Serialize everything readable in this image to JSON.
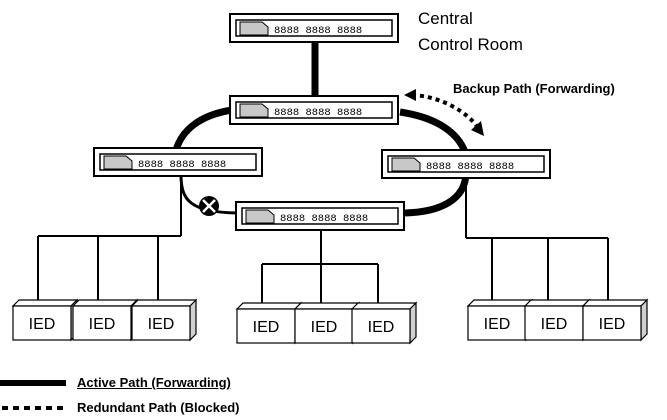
{
  "central_label": [
    "Central",
    "Control Room"
  ],
  "backup_label": "Backup Path (Forwarding)",
  "legend": {
    "active": "Active Path (Forwarding)",
    "redundant": "Redundant Path (Blocked)"
  },
  "switch_ports": "8888 8888 8888",
  "ied_label": "IED",
  "blocked_symbol": "⊗",
  "colors": {
    "line": "#000000",
    "switch_fill": "#ffffff",
    "ied_fill": "#ffffff"
  }
}
